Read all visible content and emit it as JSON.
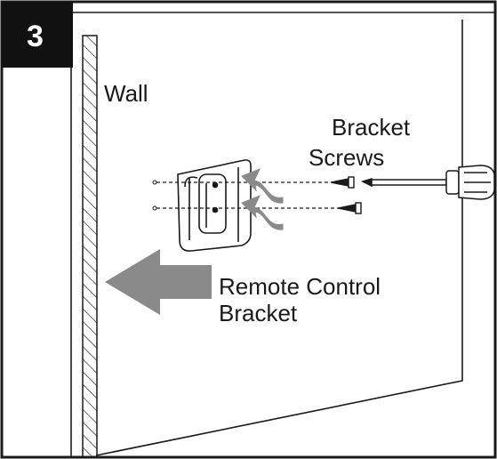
{
  "step": {
    "number": "3"
  },
  "labels": {
    "wall": "Wall",
    "screws_line1": "Bracket",
    "screws_line2": "Screws",
    "bracket_line1": "Remote Control",
    "bracket_line2": "Bracket"
  },
  "colors": {
    "ink": "#1a1a1a",
    "arrow": "#8a8a8a",
    "background": "#ffffff"
  },
  "icons": {
    "wall_hatch": "hatched-wall",
    "bracket": "remote-control-bracket-icon",
    "screw": "screw-icon",
    "screwdriver": "screwdriver-icon",
    "arrow": "direction-arrow-icon"
  }
}
